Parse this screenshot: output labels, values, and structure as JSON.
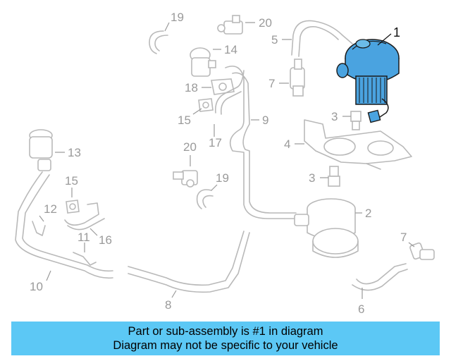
{
  "callouts": {
    "c1": "1",
    "c2": "2",
    "c3a": "3",
    "c3b": "3",
    "c4": "4",
    "c5": "5",
    "c6": "6",
    "c7a": "7",
    "c7b": "7",
    "c8": "8",
    "c9": "9",
    "c10": "10",
    "c11": "11",
    "c12": "12",
    "c13": "13",
    "c14": "14",
    "c15a": "15",
    "c15b": "15",
    "c16": "16",
    "c17": "17",
    "c18": "18",
    "c19a": "19",
    "c19b": "19",
    "c20a": "20",
    "c20b": "20"
  },
  "highlight_color": "#4aa3e0",
  "banner": {
    "line1": "Part or sub-assembly is #1 in diagram",
    "line2": "Diagram may not be specific to your vehicle",
    "background": "#5cc8f5"
  }
}
